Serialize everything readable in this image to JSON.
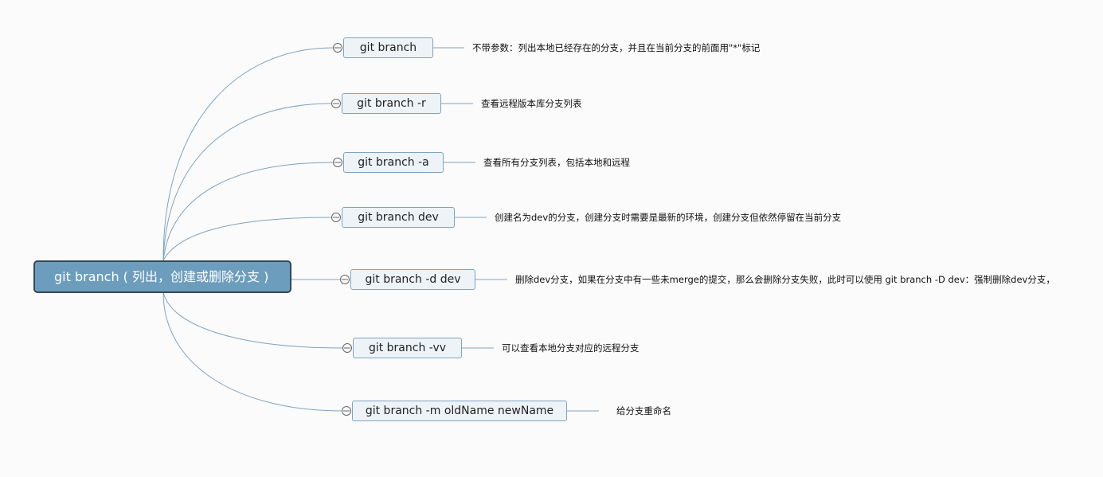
{
  "root": {
    "label": "git  branch ( 列出，创建或删除分支 )"
  },
  "branches": [
    {
      "command": "git branch",
      "description": "不带参数：列出本地已经存在的分支，并且在当前分支的前面用\"*\"标记"
    },
    {
      "command": "git branch -r",
      "description": "查看远程版本库分支列表"
    },
    {
      "command": "git branch -a",
      "description": "查看所有分支列表，包括本地和远程"
    },
    {
      "command": "git branch dev",
      "description": "创建名为dev的分支，创建分支时需要是最新的环境，创建分支但依然停留在当前分支"
    },
    {
      "command": "git branch -d dev",
      "description": "删除dev分支，如果在分支中有一些未merge的提交，那么会删除分支失败，此时可以使用 git branch -D dev：强制删除dev分支，"
    },
    {
      "command": "git branch -vv",
      "description": "可以查看本地分支对应的远程分支"
    },
    {
      "command": "git branch -m oldName newName",
      "description": "给分支重命名"
    }
  ],
  "colors": {
    "root_fill": "#6c9dbd",
    "root_border": "#34495a",
    "line": "#7fa3c1"
  }
}
